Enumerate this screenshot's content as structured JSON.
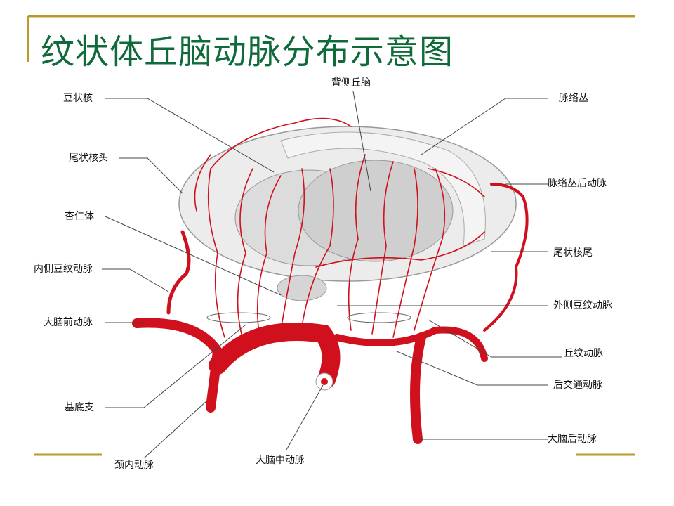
{
  "slide": {
    "title": "纹状体丘脑动脉分布示意图",
    "accent_color": "#b89a2e",
    "title_color": "#0f6b3a",
    "vessel_color": "#d0101c"
  },
  "labels": {
    "dorsal_thalamus": "背侧丘脑",
    "lentiform_nucleus": "豆状核",
    "caudate_head": "尾状核头",
    "amygdala": "杏仁体",
    "medial_lenticulostriate": "内侧豆纹动脉",
    "anterior_cerebral": "大脑前动脉",
    "basal_branch": "基底支",
    "internal_carotid": "颈内动脉",
    "middle_cerebral": "大脑中动脉",
    "choroid_plexus": "脉络丛",
    "posterior_choroidal": "脉络丛后动脉",
    "caudate_tail": "尾状核尾",
    "lateral_lenticulostriate": "外侧豆纹动脉",
    "thalamostriate": "丘纹动脉",
    "posterior_communicating": "后交通动脉",
    "posterior_cerebral": "大脑后动脉"
  }
}
